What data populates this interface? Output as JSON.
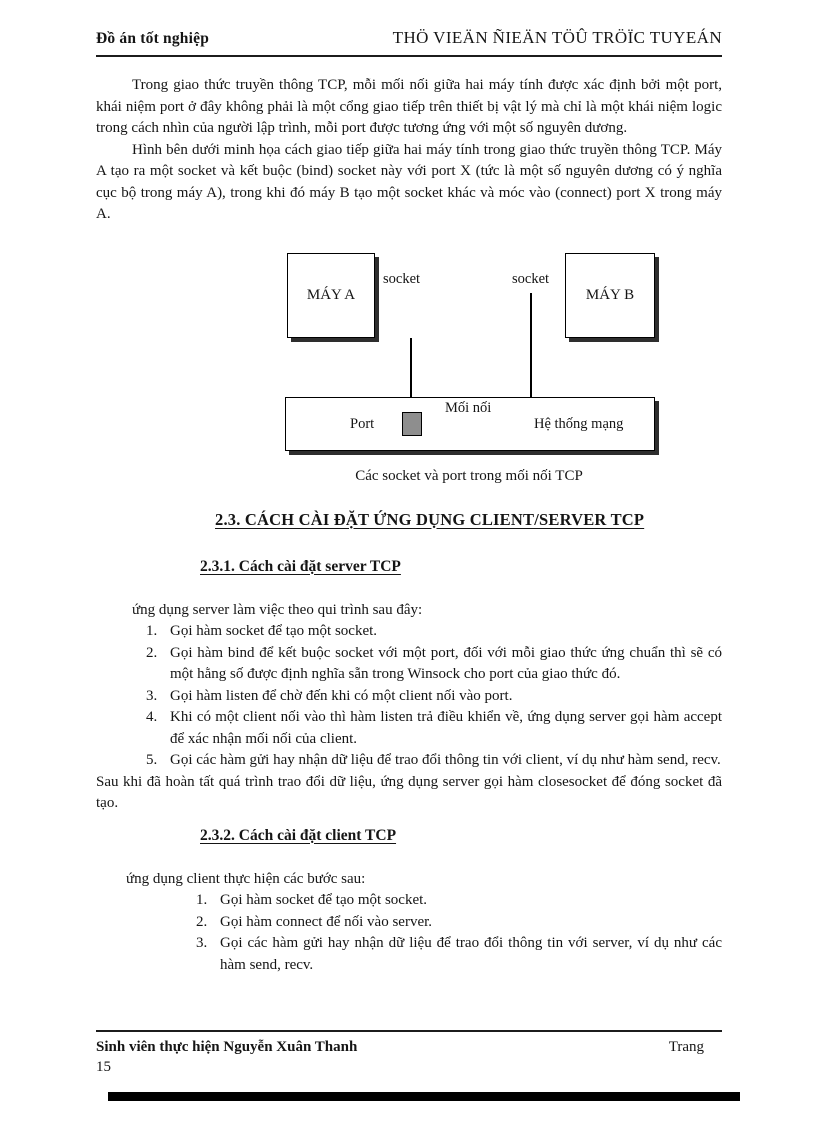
{
  "header": {
    "left": "Đồ án tốt nghiệp",
    "right": "THÖ VIEÄN ÑIEÄN TÖÛ TRÖÏC TUYEÁN"
  },
  "body": {
    "p1": "Trong giao thức truyền thông TCP, mỗi mối nối giữa hai máy tính được xác định bởi một port, khái niệm port ở đây không phải là một cổng giao tiếp trên thiết bị vật lý mà chỉ là một khái niệm logic trong cách nhìn của người lập trình, mỗi port được tương ứng với một số nguyên dương.",
    "p2": "Hình bên dưới minh họa cách giao tiếp giữa hai máy tính trong giao thức truyền thông TCP. Máy A tạo ra một socket và kết buộc (bind) socket này với port X (tức là một số nguyên dương có ý nghĩa cục bộ trong máy A), trong khi đó máy B tạo một socket khác và móc vào (connect) port X trong máy A."
  },
  "diagram": {
    "machine_a": "MÁY A",
    "machine_b": "MÁY B",
    "socket_left": "socket",
    "socket_right": "socket",
    "port": "Port",
    "connection": "Mối nối",
    "network": "Hệ thống mạng",
    "caption": "Các socket và port trong mối nối TCP"
  },
  "sections": {
    "main_title": "2.3.  CÁCH CÀI ĐẶT ỨNG DỤNG CLIENT/SERVER TCP",
    "server": {
      "title": "2.3.1.  Cách cài đặt server TCP",
      "intro": "ứng dụng server làm việc theo qui trình sau đây:",
      "items": [
        {
          "num": "1.",
          "text": "Gọi hàm socket để tạo một socket."
        },
        {
          "num": "2.",
          "text": "Gọi hàm bind để kết buộc socket với một port, đối với mỗi giao thức ứng chuẩn thì sẽ có một hằng số được định nghĩa sẵn trong Winsock cho port của giao thức đó."
        },
        {
          "num": "3.",
          "text": "Gọi hàm listen để chờ đến khi có một client nối vào port."
        },
        {
          "num": "4.",
          "text": "Khi có một client nối vào thì hàm listen trả điều khiển về, ứng dụng server gọi hàm accept để xác nhận mối nối của client."
        },
        {
          "num": "5.",
          "text": "Gọi các hàm gửi hay nhận dữ liệu để trao đổi thông tin với client, ví dụ như hàm send, recv."
        }
      ],
      "outro": "Sau khi đã hoàn tất quá trình trao đổi dữ liệu, ứng dụng server gọi hàm closesocket để đóng socket đã tạo."
    },
    "client": {
      "title": "2.3.2.  Cách cài đặt client TCP",
      "intro": "ứng dụng client thực hiện các bước sau:",
      "items": [
        {
          "num": "1.",
          "text": "Gọi hàm socket để tạo một socket."
        },
        {
          "num": "2.",
          "text": "Gọi hàm connect để nối vào server."
        },
        {
          "num": "3.",
          "text": "Gọi các hàm gửi hay nhận dữ liệu để trao đổi thông tin với server, ví dụ như các hàm send, recv."
        }
      ]
    }
  },
  "footer": {
    "author": "Sinh viên thực hiện Nguyễn Xuân Thanh",
    "page_label": "Trang",
    "page_number": "15"
  }
}
